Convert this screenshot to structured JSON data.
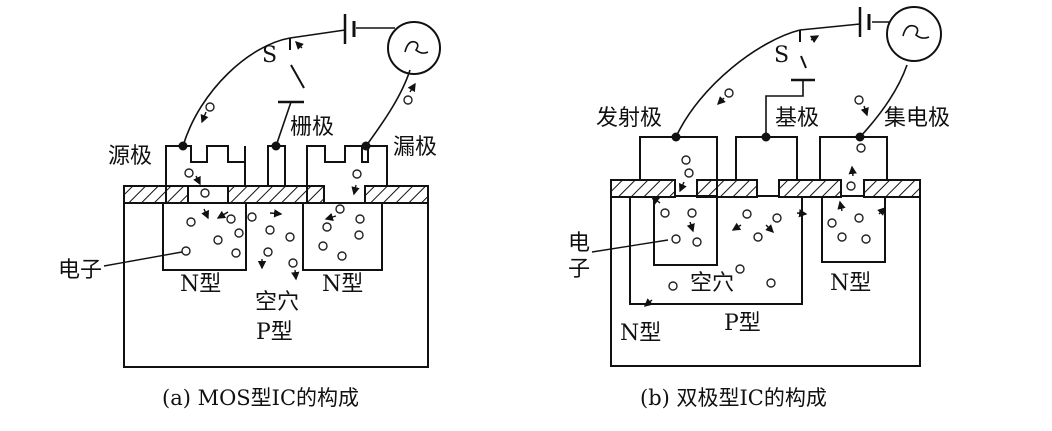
{
  "mos": {
    "switch": "S",
    "gate": "栅极",
    "source": "源极",
    "drain": "漏极",
    "electron": "电子",
    "n_left": "N型",
    "n_right": "N型",
    "hole": "空穴",
    "p_type": "P型",
    "caption": "(a) MOS型IC的构成"
  },
  "bipolar": {
    "switch": "S",
    "emitter": "发射极",
    "base": "基极",
    "collector": "集电极",
    "electron_1": "电",
    "electron_2": "子",
    "hole": "空穴",
    "n_right": "N型",
    "p_type": "P型",
    "n_outer": "N型",
    "caption": "(b) 双极型IC的构成"
  }
}
